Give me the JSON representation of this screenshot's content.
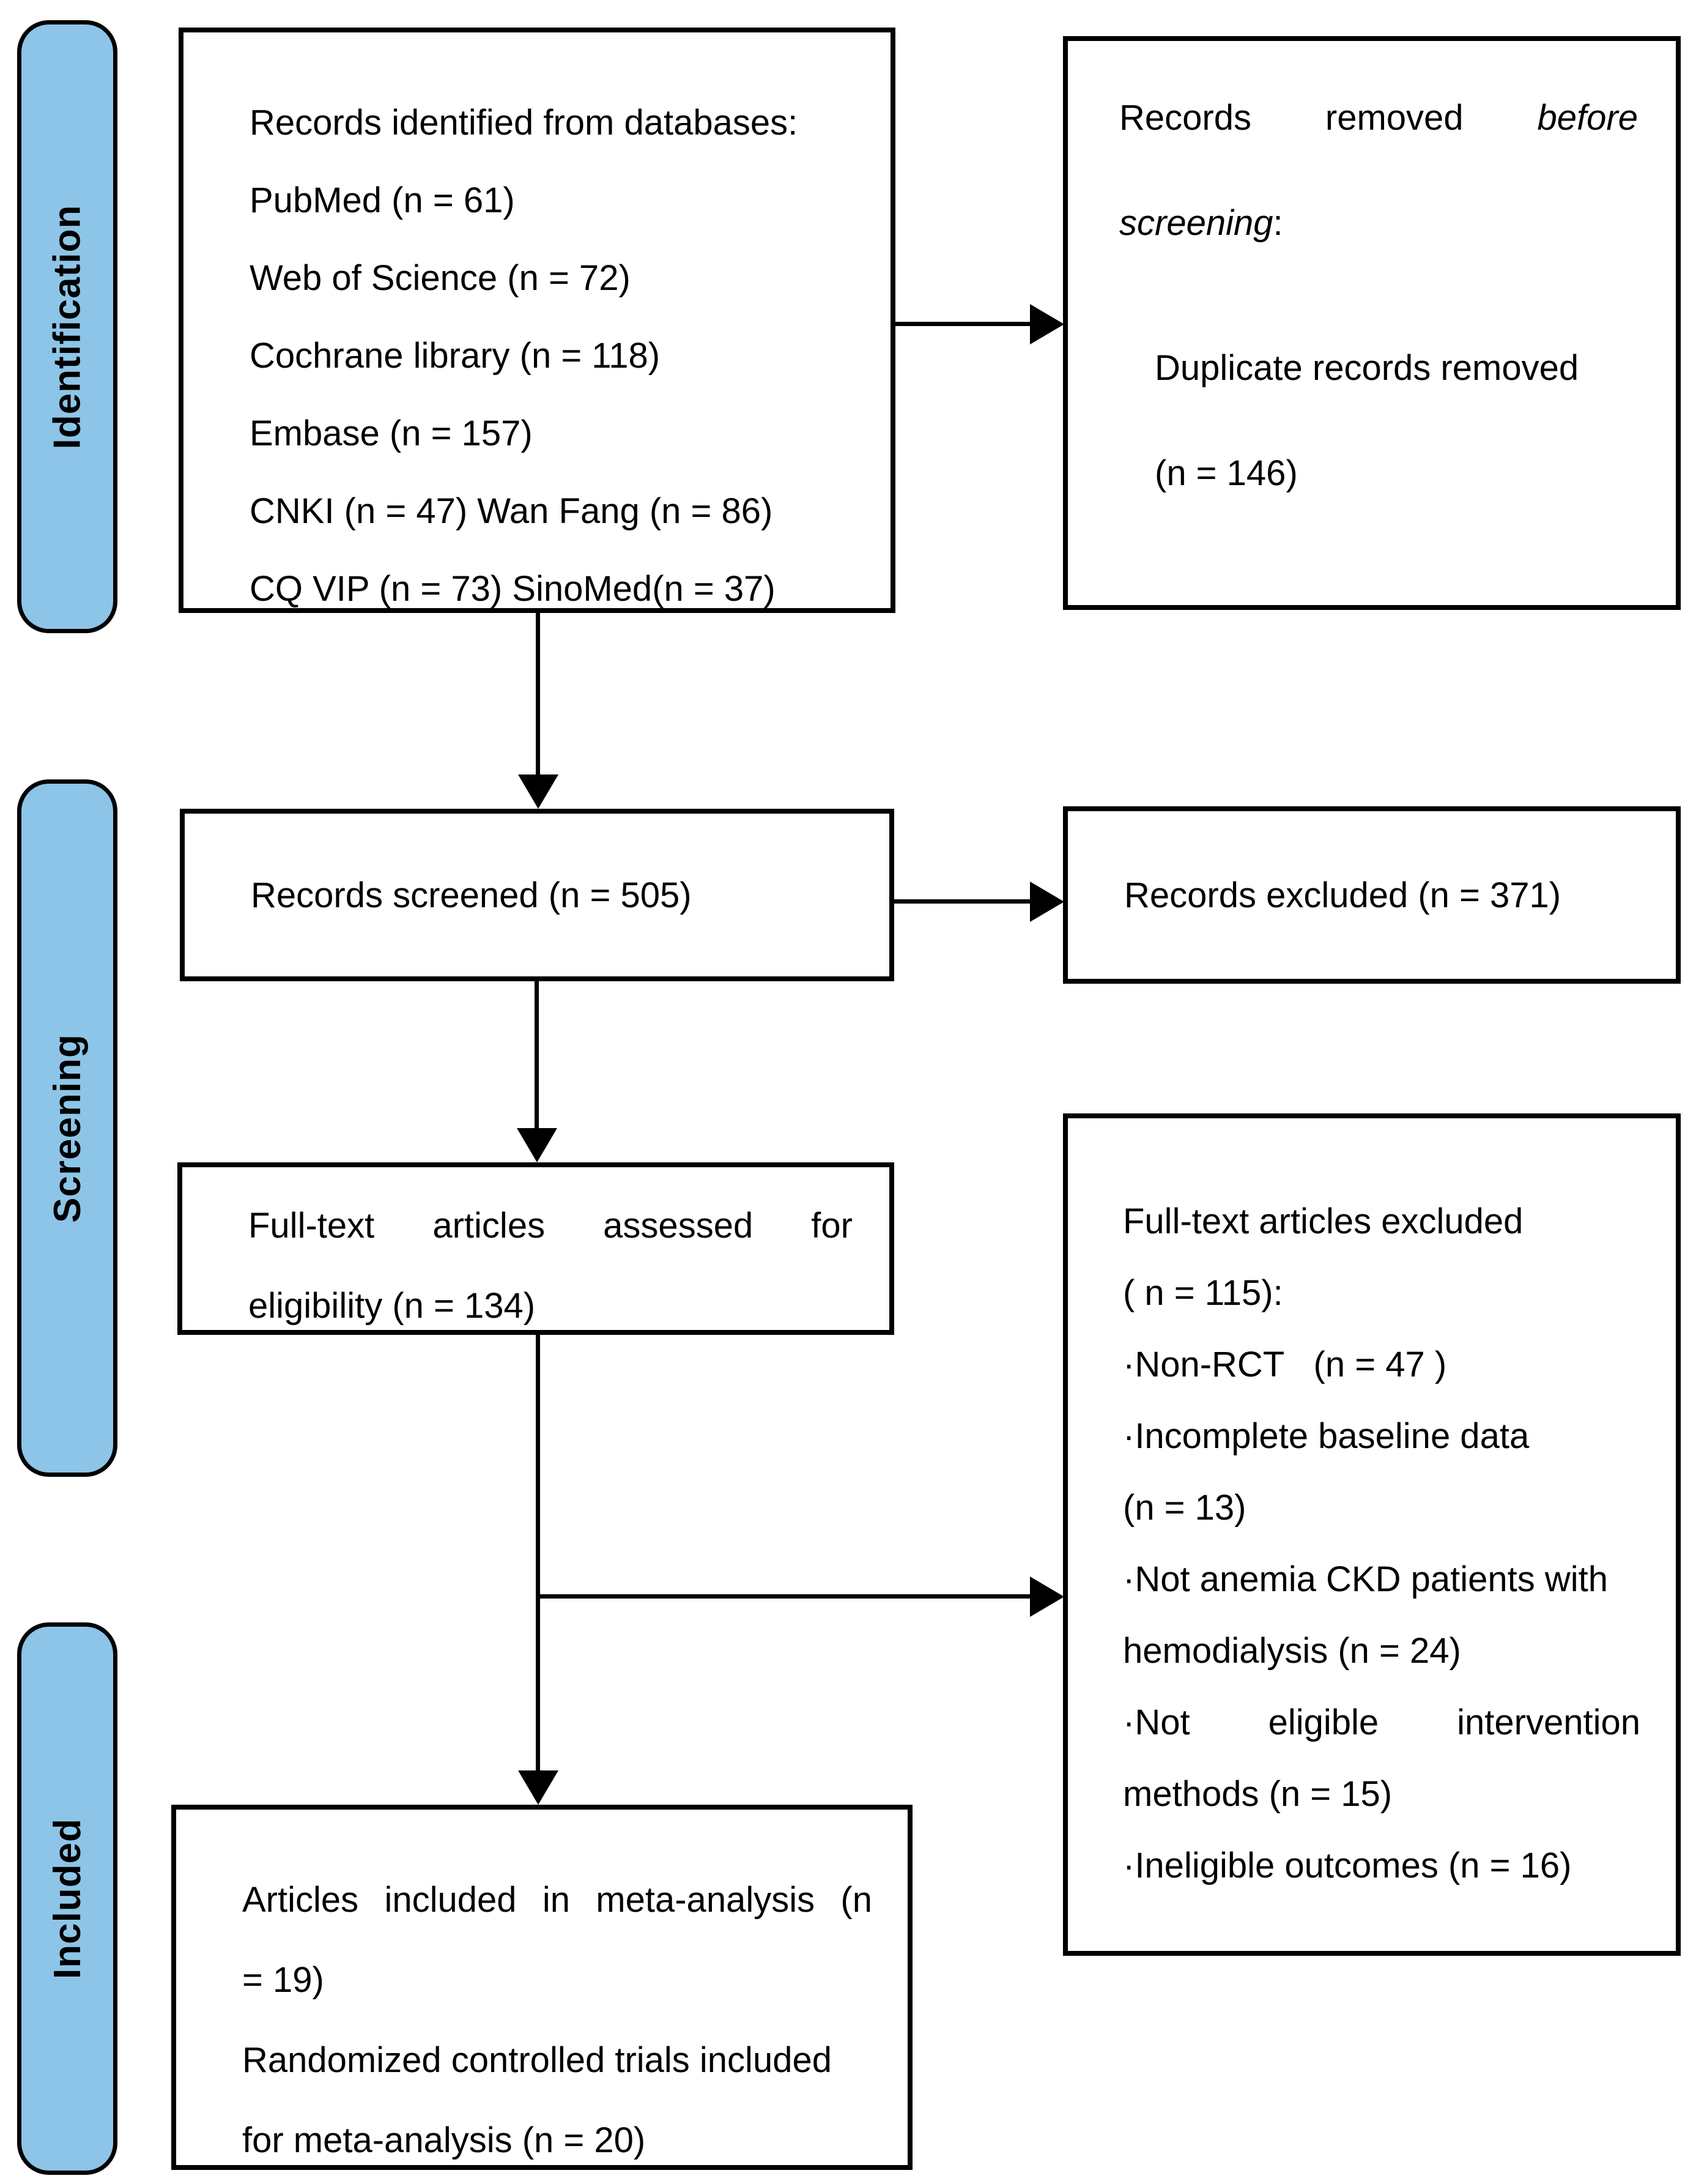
{
  "figure": {
    "type": "PRISMA flow diagram"
  },
  "colors": {
    "stage_fill": "#8DC5E8",
    "line": "#000000",
    "background": "#FFFFFF"
  },
  "stages": {
    "identification": "Identification",
    "screening": "Screening",
    "included": "Included"
  },
  "boxes": {
    "identified": {
      "lines": [
        "Records identified from databases:",
        "PubMed (n = 61)",
        "Web of Science (n = 72)",
        "Cochrane library (n = 118)",
        "Embase (n = 157)",
        "CNKI (n = 47) Wan Fang (n = 86)",
        "CQ VIP (n = 73) SinoMed(n = 37)"
      ]
    },
    "removed_before_screening": {
      "line1_normal": "Records removed",
      "line1_italic": "before",
      "line2_italic": "screening",
      "line2_suffix": ":",
      "line3": "Duplicate records removed",
      "line4": "(n = 146)"
    },
    "screened": {
      "text": "Records screened (n = 505)"
    },
    "excluded": {
      "text": "Records excluded (n = 371)"
    },
    "fulltext_assessed": {
      "line1": "Full-text articles assessed for",
      "line2": "eligibility (n = 134)"
    },
    "fulltext_excluded": {
      "lines": [
        "Full-text articles excluded",
        "( n = 115):",
        "·Non-RCT   (n = 47 )",
        "·Incomplete baseline data",
        "(n = 13)",
        "·Not anemia CKD patients with",
        "hemodialysis (n = 24)",
        "·Not eligible intervention",
        "methods (n = 15)",
        "·Ineligible outcomes (n = 16)"
      ]
    },
    "included_meta": {
      "lines": [
        "Articles included in meta-analysis (n",
        "= 19)",
        "Randomized controlled trials included",
        "for meta-analysis (n = 20)"
      ]
    }
  }
}
